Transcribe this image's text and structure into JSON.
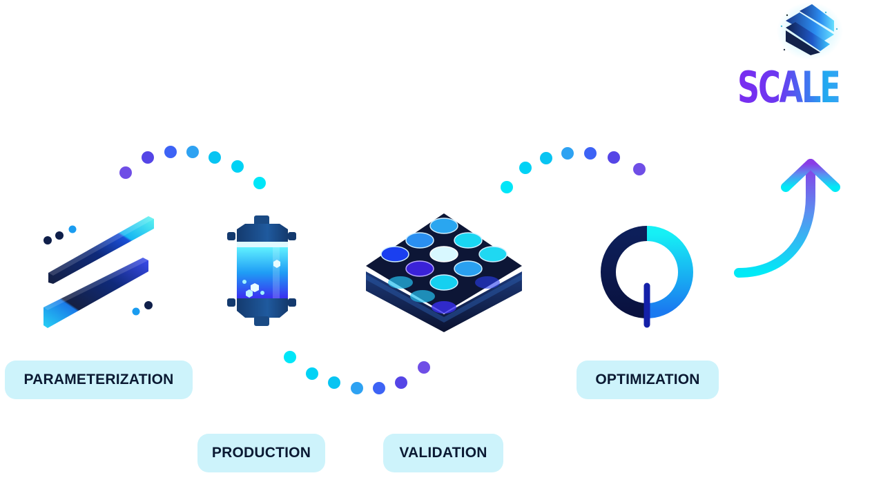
{
  "brand": {
    "title": "SCALE UP",
    "gradient_colors": [
      "#7a2cf0",
      "#3b7cf0",
      "#22aaf0"
    ]
  },
  "steps": [
    {
      "label": "PARAMETERIZATION",
      "icon": "parameter-bars-icon"
    },
    {
      "label": "PRODUCTION",
      "icon": "reactor-cylinder-icon"
    },
    {
      "label": "VALIDATION",
      "icon": "well-plate-icon"
    },
    {
      "label": "OPTIMIZATION",
      "icon": "crosshair-target-icon"
    }
  ],
  "colors": {
    "label_bg": "#cdf3fb",
    "label_text": "#0b1a33",
    "dot_gradient": [
      "#6f4ee6",
      "#5545e6",
      "#3d63f5",
      "#2ea2f2",
      "#08c4f2",
      "#00d2f5",
      "#00e6f8"
    ],
    "arrow_gradient": [
      "#00eaf6",
      "#5b8ff0",
      "#8a3be6"
    ]
  }
}
